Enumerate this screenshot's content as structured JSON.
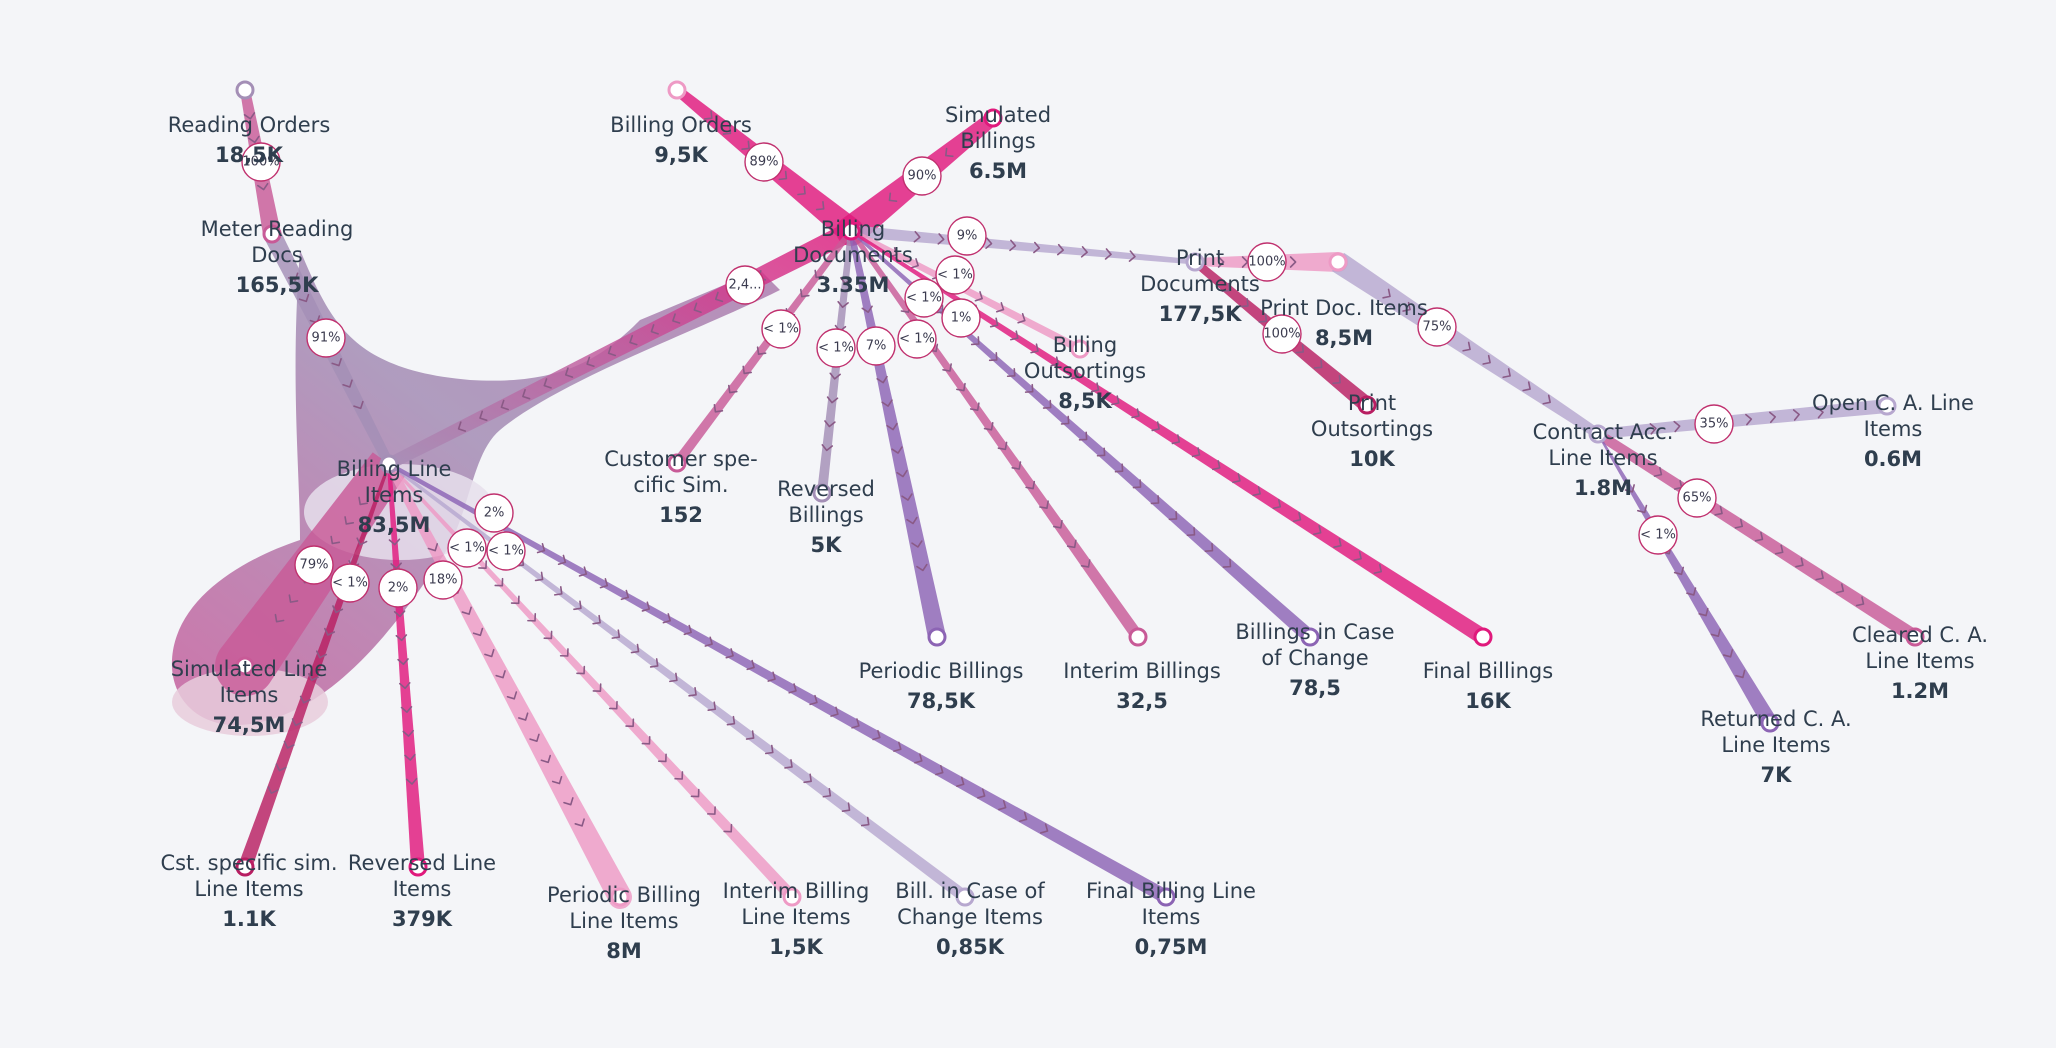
{
  "palette": {
    "magenta": "#e0197c",
    "pink": "#ee9ac5",
    "rose": "#c85a97",
    "mauve": "#a48fb6",
    "lavender": "#b7a8cf",
    "purple": "#8c64b4",
    "wine": "#b81e62"
  },
  "nodes": [
    {
      "id": "reading-orders",
      "name": "Reading Orders",
      "value": "18,5K",
      "color": "mauve"
    },
    {
      "id": "meter-reading-docs",
      "name": "Meter Reading\nDocs",
      "value": "165,5K",
      "color": "rose"
    },
    {
      "id": "billing-orders",
      "name": "Billing Orders",
      "value": "9,5K",
      "color": "pink"
    },
    {
      "id": "simulated-billings",
      "name": "Simulated\nBillings",
      "value": "6.5M",
      "color": "magenta"
    },
    {
      "id": "billing-documents",
      "name": "Billing\nDocuments",
      "value": "3.35M",
      "color": "magenta"
    },
    {
      "id": "print-documents",
      "name": "Print\nDocuments",
      "value": "177,5K",
      "color": "lavender"
    },
    {
      "id": "print-doc-items",
      "name": "Print Doc. Items",
      "value": "8,5M",
      "color": "pink"
    },
    {
      "id": "print-outsortings",
      "name": "Print\nOutsortings",
      "value": "10K",
      "color": "wine"
    },
    {
      "id": "billing-outsortings",
      "name": "Billing\nOutsortings",
      "value": "8,5K",
      "color": "pink"
    },
    {
      "id": "contract-acc-line-items",
      "name": "Contract Acc.\nLine Items",
      "value": "1.8M",
      "color": "lavender"
    },
    {
      "id": "open-ca-line-items",
      "name": "Open C. A. Line\nItems",
      "value": "0.6M",
      "color": "lavender"
    },
    {
      "id": "cleared-ca-line-items",
      "name": "Cleared C. A.\nLine Items",
      "value": "1.2M",
      "color": "rose"
    },
    {
      "id": "returned-ca-line-items",
      "name": "Returned C. A.\nLine Items",
      "value": "7K",
      "color": "purple"
    },
    {
      "id": "customer-specific-sim",
      "name": "Customer spe-\ncific Sim.",
      "value": "152",
      "color": "rose"
    },
    {
      "id": "reversed-billings",
      "name": "Reversed\nBillings",
      "value": "5K",
      "color": "mauve"
    },
    {
      "id": "periodic-billings",
      "name": "Periodic Billings",
      "value": "78,5K",
      "color": "purple"
    },
    {
      "id": "interim-billings",
      "name": "Interim Billings",
      "value": "32,5",
      "color": "rose"
    },
    {
      "id": "billings-case-of-change",
      "name": "Billings in Case\nof Change",
      "value": "78,5",
      "color": "purple"
    },
    {
      "id": "final-billings",
      "name": "Final Billings",
      "value": "16K",
      "color": "magenta"
    },
    {
      "id": "billing-line-items",
      "name": "Billing Line\nItems",
      "value": "83,5M",
      "color": "mauve"
    },
    {
      "id": "simulated-line-items",
      "name": "Simulated Line\nItems",
      "value": "74,5M",
      "color": "rose"
    },
    {
      "id": "cst-specific-sim-line-items",
      "name": "Cst. specific sim.\nLine Items",
      "value": "1.1K",
      "color": "wine"
    },
    {
      "id": "reversed-line-items",
      "name": "Reversed Line\nItems",
      "value": "379K",
      "color": "magenta"
    },
    {
      "id": "periodic-billing-line-items",
      "name": "Periodic Billing\nLine Items",
      "value": "8M",
      "color": "pink"
    },
    {
      "id": "interim-billing-line-items",
      "name": "Interim Billing\nLine Items",
      "value": "1,5K",
      "color": "pink"
    },
    {
      "id": "bill-case-of-change-items",
      "name": "Bill. in Case of\nChange Items",
      "value": "0,85K",
      "color": "lavender"
    },
    {
      "id": "final-billing-line-items",
      "name": "Final Billing Line\nItems",
      "value": "0,75M",
      "color": "purple"
    }
  ],
  "edges": [
    {
      "from": "reading-orders",
      "to": "meter-reading-docs",
      "pct": "100%"
    },
    {
      "from": "meter-reading-docs",
      "to": "billing-line-items",
      "pct": "91%"
    },
    {
      "from": "billing-orders",
      "to": "billing-documents",
      "pct": "89%"
    },
    {
      "from": "simulated-billings",
      "to": "billing-documents",
      "pct": "90%"
    },
    {
      "from": "billing-documents",
      "to": "print-documents",
      "pct": "9%"
    },
    {
      "from": "billing-documents",
      "to": "billing-line-items",
      "pct": "2,4..."
    },
    {
      "from": "billing-documents",
      "to": "billing-outsortings",
      "pct": "1%"
    },
    {
      "from": "billing-documents",
      "to": "customer-specific-sim",
      "pct": "< 1%"
    },
    {
      "from": "billing-documents",
      "to": "reversed-billings",
      "pct": "< 1%"
    },
    {
      "from": "billing-documents",
      "to": "periodic-billings",
      "pct": "7%"
    },
    {
      "from": "billing-documents",
      "to": "interim-billings",
      "pct": "< 1%"
    },
    {
      "from": "billing-documents",
      "to": "billings-case-of-change",
      "pct": "< 1%"
    },
    {
      "from": "billing-documents",
      "to": "final-billings",
      "pct": "< 1%"
    },
    {
      "from": "print-documents",
      "to": "print-doc-items",
      "pct": "100%"
    },
    {
      "from": "print-documents",
      "to": "print-outsortings",
      "pct": "100%"
    },
    {
      "from": "print-doc-items",
      "to": "contract-acc-line-items",
      "pct": "75%"
    },
    {
      "from": "contract-acc-line-items",
      "to": "open-ca-line-items",
      "pct": "35%"
    },
    {
      "from": "contract-acc-line-items",
      "to": "cleared-ca-line-items",
      "pct": "65%"
    },
    {
      "from": "contract-acc-line-items",
      "to": "returned-ca-line-items",
      "pct": "< 1%"
    },
    {
      "from": "billing-line-items",
      "to": "simulated-line-items",
      "pct": "79%"
    },
    {
      "from": "billing-line-items",
      "to": "cst-specific-sim-line-items",
      "pct": "< 1%"
    },
    {
      "from": "billing-line-items",
      "to": "reversed-line-items",
      "pct": "2%"
    },
    {
      "from": "billing-line-items",
      "to": "periodic-billing-line-items",
      "pct": "18%"
    },
    {
      "from": "billing-line-items",
      "to": "interim-billing-line-items",
      "pct": "< 1%"
    },
    {
      "from": "billing-line-items",
      "to": "bill-case-of-change-items",
      "pct": "< 1%"
    },
    {
      "from": "billing-line-items",
      "to": "final-billing-line-items",
      "pct": "2%"
    }
  ]
}
